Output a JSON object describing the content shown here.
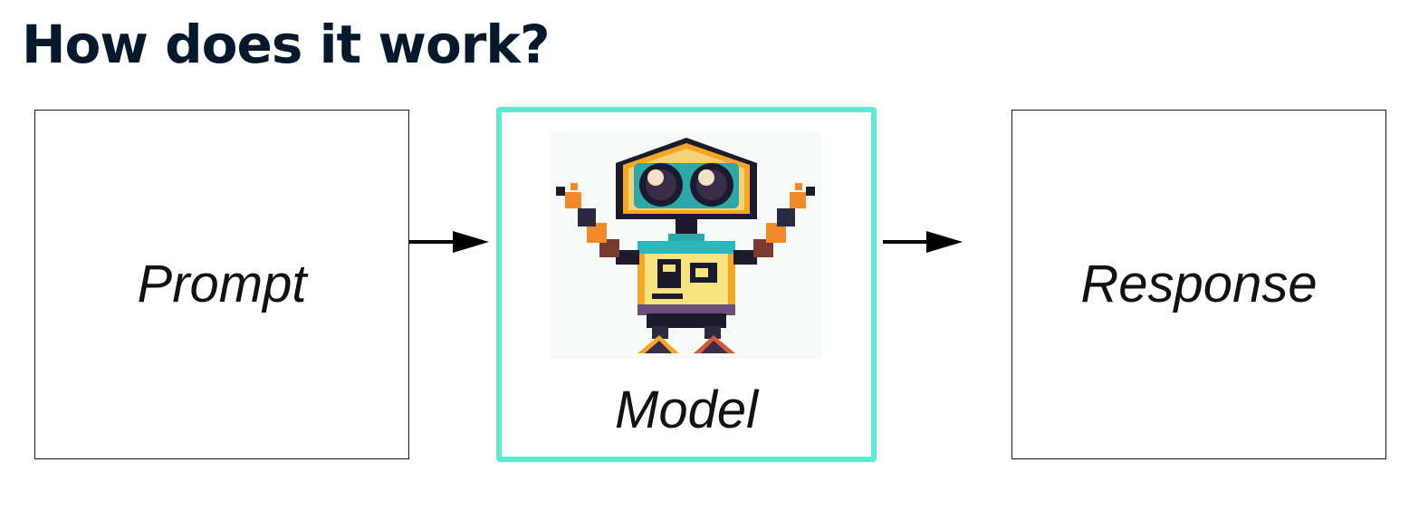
{
  "title": "How does it work?",
  "diagram": {
    "nodes": [
      {
        "id": "prompt",
        "label": "Prompt"
      },
      {
        "id": "model",
        "label": "Model",
        "icon": "robot-icon"
      },
      {
        "id": "response",
        "label": "Response"
      }
    ],
    "edges": [
      {
        "from": "prompt",
        "to": "model"
      },
      {
        "from": "model",
        "to": "response"
      }
    ]
  },
  "colors": {
    "title": "#05192d",
    "model_border": "#5eebd1",
    "box_border": "#1a1a1a",
    "arrow": "#000000"
  }
}
